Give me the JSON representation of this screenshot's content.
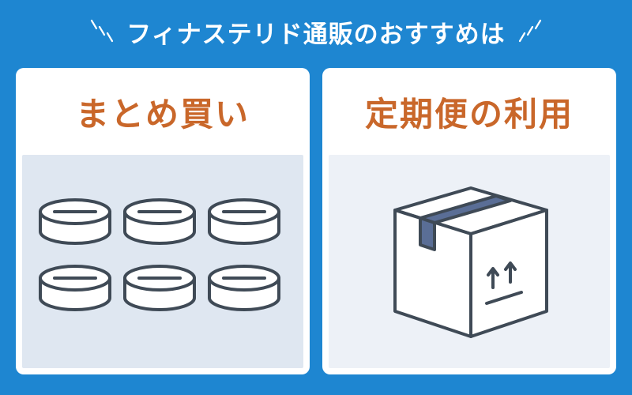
{
  "header": {
    "title": "フィナステリド通販のおすすめは",
    "left_decoration": "sparkle-lines-icon",
    "right_decoration": "sparkle-lines-icon"
  },
  "cards": [
    {
      "title": "まとめ買い",
      "illustration": "tablets-icon",
      "tablet_count": 6
    },
    {
      "title": "定期便の利用",
      "illustration": "cardboard-box-icon"
    }
  ],
  "colors": {
    "background": "#1e86d1",
    "card": "#ffffff",
    "heading": "#c9672a",
    "left_panel": "#dfe7f1",
    "right_panel": "#edf1f7",
    "outline": "#3f4a56",
    "tape": "#5a6e96"
  }
}
